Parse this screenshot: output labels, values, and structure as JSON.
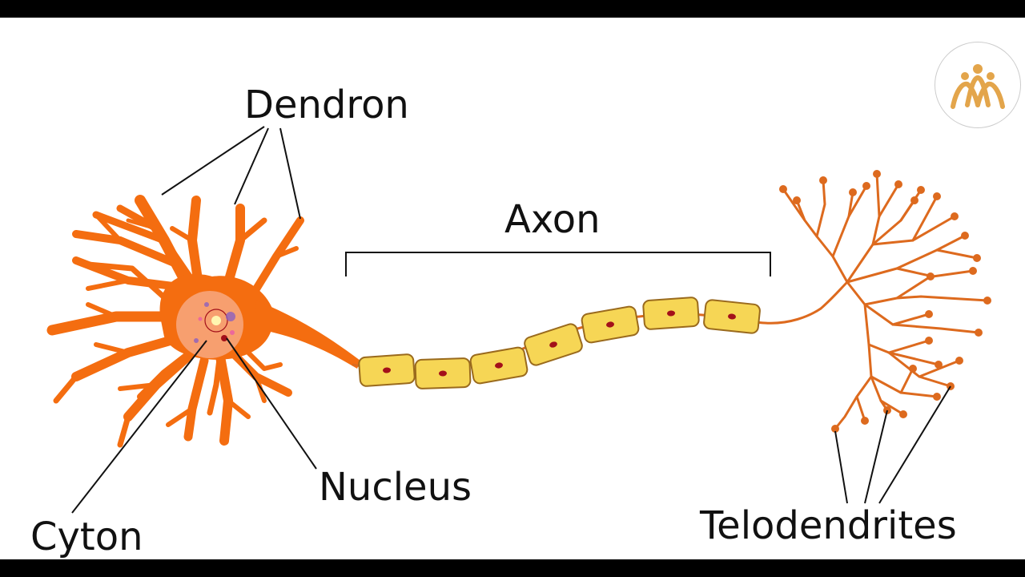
{
  "colors": {
    "neuron": "#f46d10",
    "branch": "#dd6a1e",
    "schwann_fill": "#f6d655",
    "schwann_stroke": "#9a6a1d",
    "schwann_nucleus": "#a3101a",
    "nucleus_halo": "#f7a47a",
    "leader_lines": "#111111",
    "logo": "#e3a54b"
  },
  "labels": {
    "dendron": "Dendron",
    "axon": "Axon",
    "nucleus": "Nucleus",
    "cyton": "Cyton",
    "telodendrites": "Telodendrites"
  },
  "icons": {
    "logo": "people-group-logo"
  }
}
